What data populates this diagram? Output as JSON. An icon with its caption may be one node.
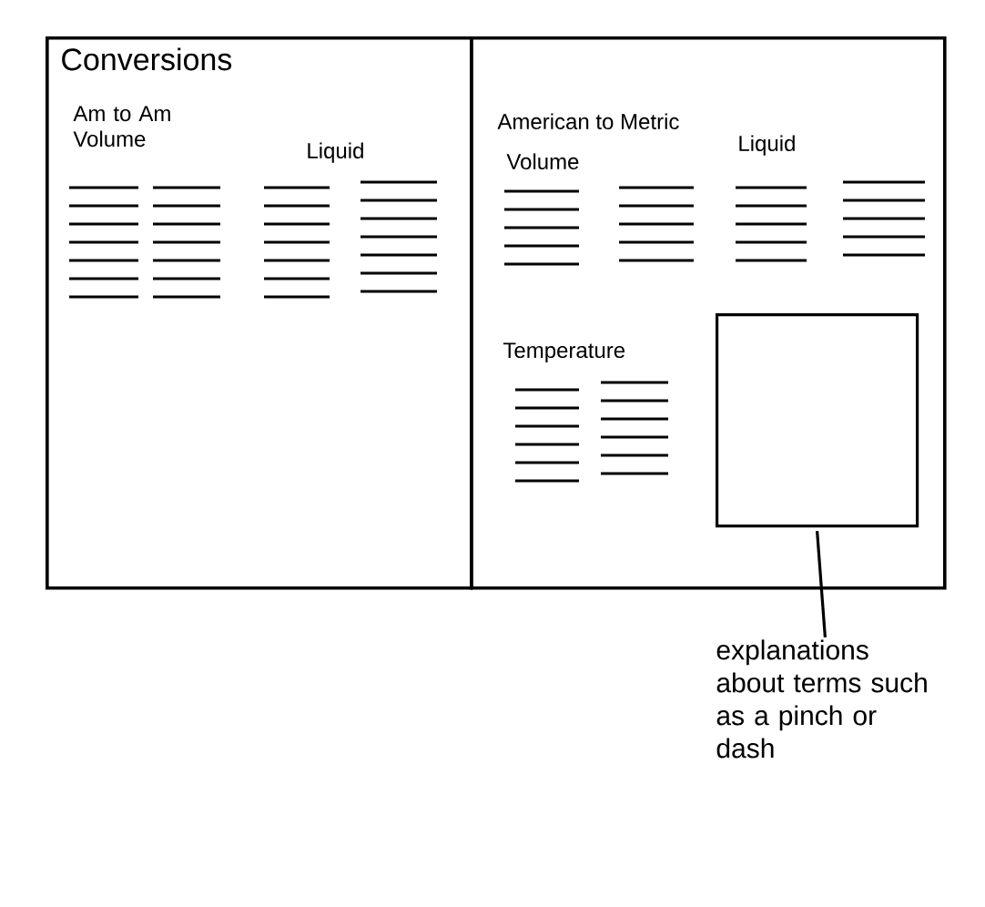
{
  "diagram": {
    "nodes": [
      {
        "text": [
          "Conversions",
          "Am to Am Volume",
          "Liquid"
        ]
      },
      {
        "text": [
          "American to Metric",
          "Volume",
          "Liquid",
          "Temperature"
        ]
      },
      {
        "text": [],
        "shape": "box",
        "in": 1
      },
      {
        "text": [
          "explanations about terms such as a pinch or dash"
        ]
      }
    ],
    "edges": [
      {
        "from": 3,
        "to": 2,
        "arrow": "none"
      }
    ]
  }
}
